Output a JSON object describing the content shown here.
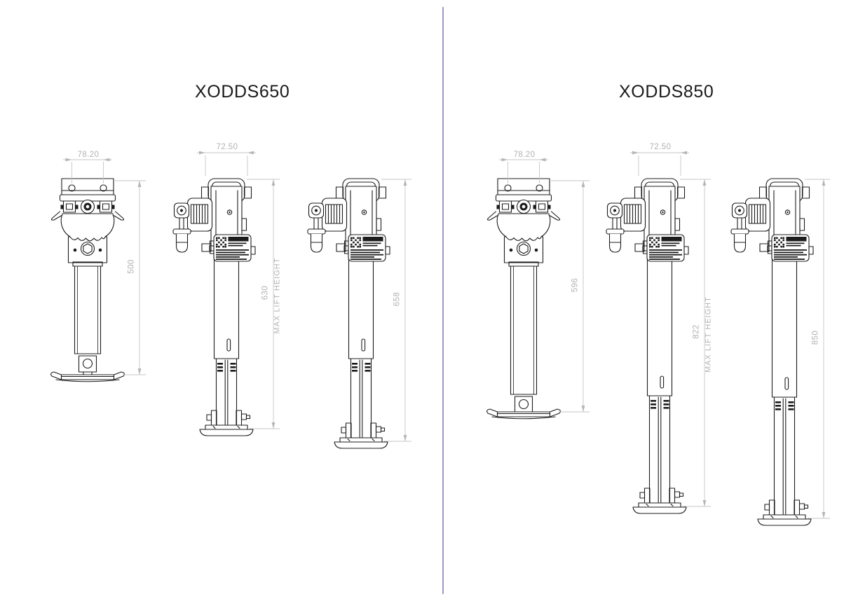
{
  "page": {
    "background_color": "#ffffff",
    "divider_color": "#9b99c8"
  },
  "drawing_style": {
    "line_color": "#1c1c1c",
    "dim_line_color": "#c6c6c6",
    "dim_arrow_color": "#b5b5b5",
    "dim_text_color": "#b2b2b2",
    "title_color": "#1a1a1a"
  },
  "panels": [
    {
      "title": "XODDS650",
      "views": [
        {
          "name": "front-view",
          "width_dim": "78.20",
          "height_dim": "500"
        },
        {
          "name": "side-view-retracted",
          "width_dim": "72.50",
          "height_dim": "630",
          "height_dim_label": "MAX LIFT HEIGHT"
        },
        {
          "name": "side-view-extended",
          "height_dim": "658"
        }
      ]
    },
    {
      "title": "XODDS850",
      "views": [
        {
          "name": "front-view",
          "width_dim": "78.20",
          "height_dim": "596"
        },
        {
          "name": "side-view-retracted",
          "width_dim": "72.50",
          "height_dim": "822",
          "height_dim_label": "MAX LIFT HEIGHT"
        },
        {
          "name": "side-view-extended",
          "height_dim": "850"
        }
      ]
    }
  ]
}
